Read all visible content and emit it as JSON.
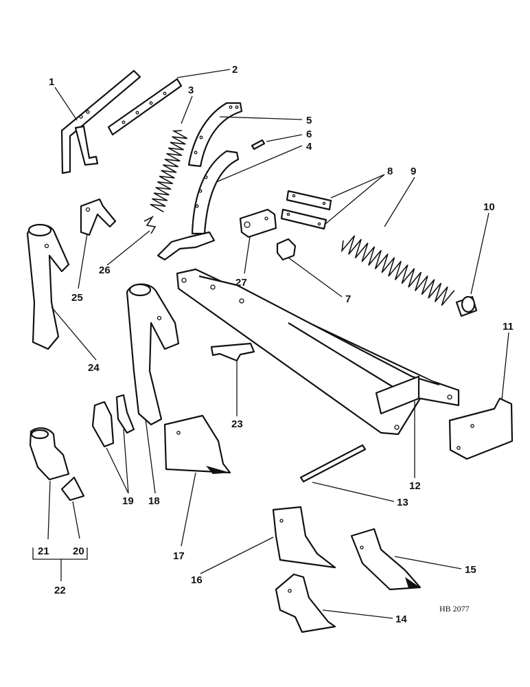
{
  "figure": {
    "reference_code": "HB 2077"
  },
  "callouts": [
    "1",
    "2",
    "3",
    "4",
    "5",
    "6",
    "7",
    "8",
    "9",
    "10",
    "11",
    "12",
    "13",
    "14",
    "15",
    "16",
    "17",
    "18",
    "19",
    "20",
    "21",
    "22",
    "23",
    "24",
    "25",
    "26",
    "27"
  ]
}
